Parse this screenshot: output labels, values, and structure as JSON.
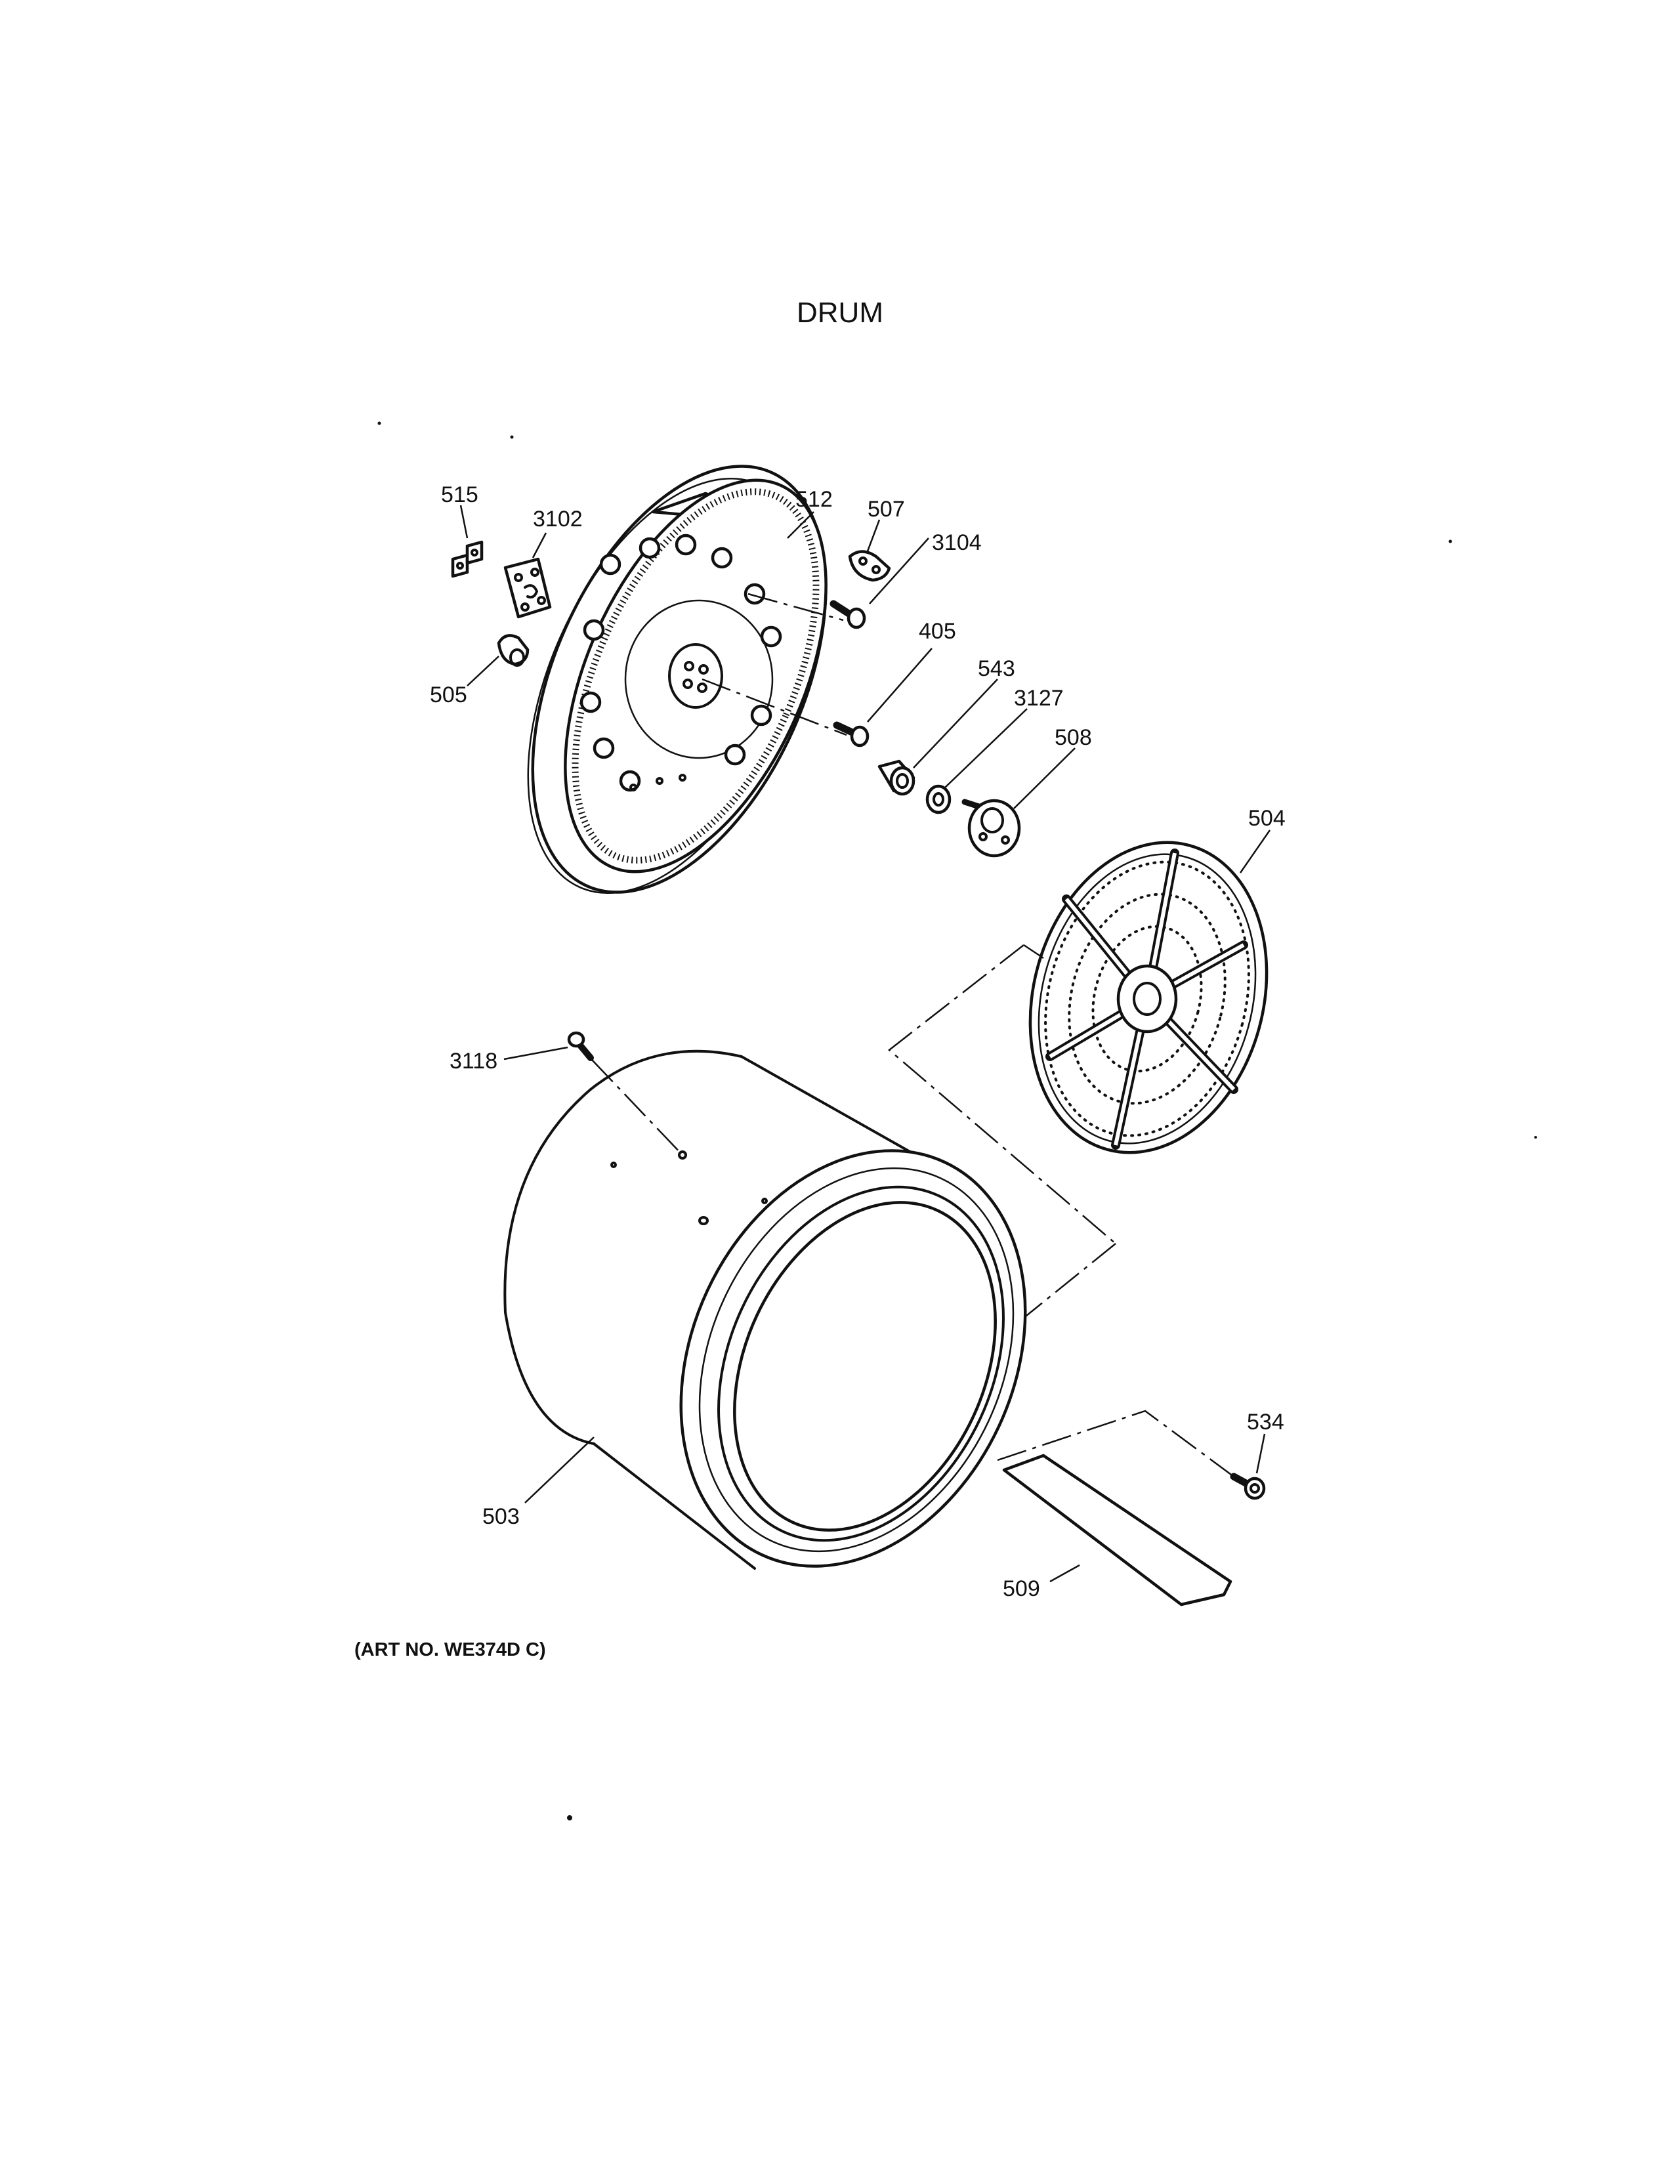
{
  "title": "DRUM",
  "art_number": "(ART NO. WE374D C)",
  "parts": [
    {
      "number": "515"
    },
    {
      "number": "3102"
    },
    {
      "number": "512"
    },
    {
      "number": "507"
    },
    {
      "number": "3104"
    },
    {
      "number": "505"
    },
    {
      "number": "405"
    },
    {
      "number": "543"
    },
    {
      "number": "3127"
    },
    {
      "number": "508"
    },
    {
      "number": "504"
    },
    {
      "number": "3118"
    },
    {
      "number": "534"
    },
    {
      "number": "503"
    },
    {
      "number": "509"
    }
  ]
}
